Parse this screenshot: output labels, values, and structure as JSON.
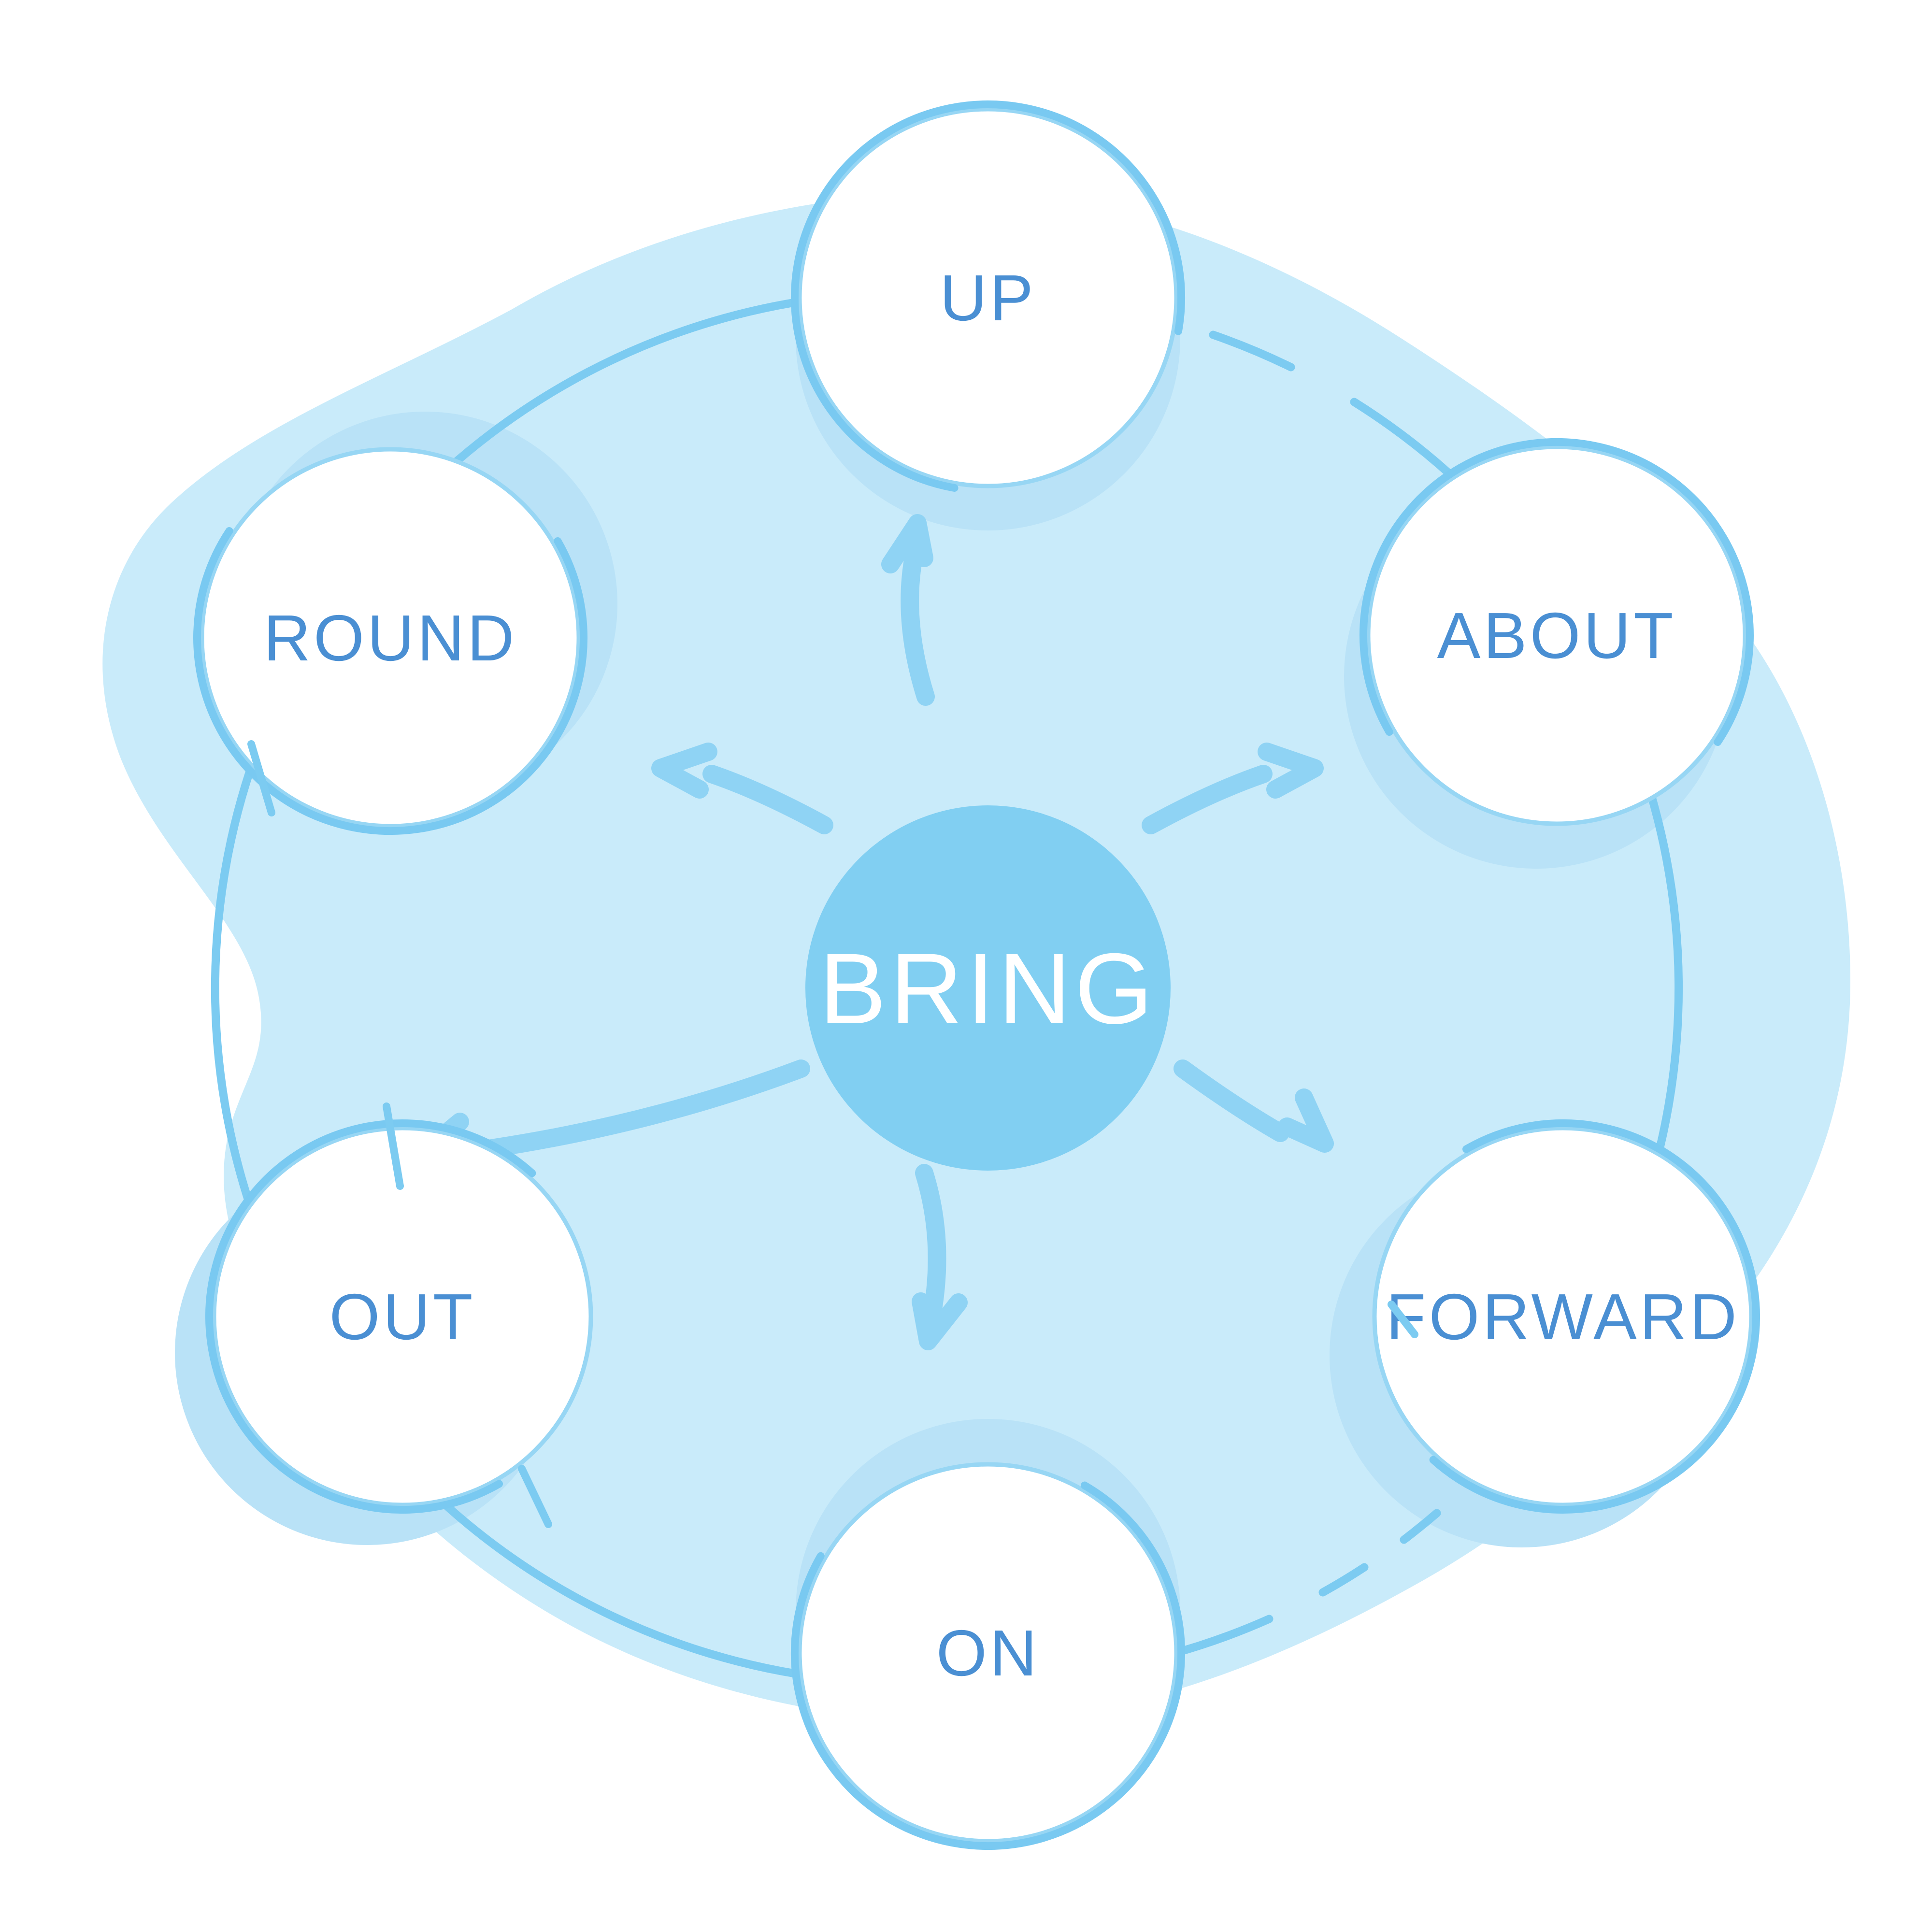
{
  "center": {
    "id": "bring",
    "label": "BRING"
  },
  "nodes": [
    {
      "id": "up",
      "label": "UP"
    },
    {
      "id": "about",
      "label": "ABOUT"
    },
    {
      "id": "forward",
      "label": "FORWARD"
    },
    {
      "id": "on",
      "label": "ON"
    },
    {
      "id": "out",
      "label": "OUT"
    },
    {
      "id": "round",
      "label": "ROUND"
    }
  ],
  "colors": {
    "background": "#ffffff",
    "blob": "#c9ebfa",
    "echo_circle": "#b9e2f7",
    "ring_line": "#7ccbf1",
    "node_border_thin": "#97d6f4",
    "node_border_thick": "#79c9f1",
    "node_fill": "#ffffff",
    "center_fill": "#81cff2",
    "arrow": "#8fd3f4",
    "label_text": "#4a8fd3",
    "center_text": "#ffffff"
  }
}
